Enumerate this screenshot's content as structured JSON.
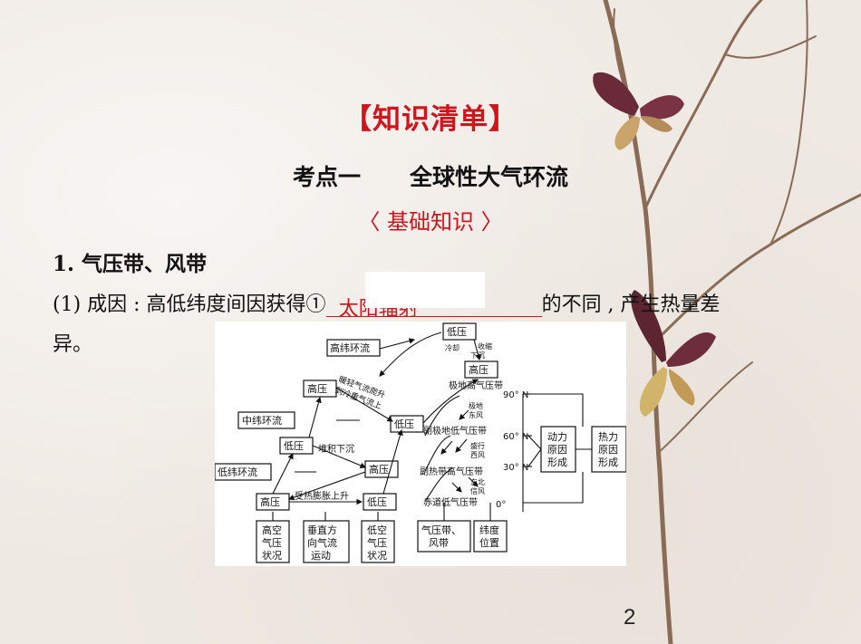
{
  "page": {
    "title": "【知识清单】",
    "heading": {
      "part1": "考点一",
      "part2": "全球性大气环流"
    },
    "subheading": "〈  基础知识  〉",
    "section": "1. 气压带、风带",
    "line1_prefix": "(1) 成因 : 高低纬度间因获得①",
    "line1_answer": "太阳辐射",
    "line1_suffix": "的不同 , 产生热量差",
    "line2": "异。",
    "page_number": "2"
  },
  "diagram": {
    "top_low": "低压",
    "cold_sink": "冷却",
    "contract": "收缩",
    "sink_down": "下沉",
    "top_high": "高压",
    "high_lat_circ": "高纬环流",
    "mid_lat_circ": "中纬环流",
    "low_lat_circ": "低纬环流",
    "high_left_top": "高压",
    "warm_rise_1": "暖轻气流爬升",
    "warm_rise_2": "到冷重气流上",
    "low_mid": "低压",
    "polar_high": "极地高气压带",
    "polar_east": "极地",
    "polar_east2": "东风",
    "subpolar_low": "副极地低气压带",
    "westerly": "盛行",
    "westerly2": "西风",
    "low_left": "低压",
    "pile_sink": "堆积下沉",
    "high_center": "高压",
    "subtropical_high": "副热带高气压带",
    "ne_trade": "东北",
    "ne_trade2": "信风",
    "high_bottom": "高压",
    "heat_rise": "受热膨胀上升",
    "low_bottom": "低压",
    "equator_low": "赤道低气压带",
    "lat90": "90° N",
    "lat60": "60° N",
    "lat30": "30° N",
    "lat0": "0°",
    "dyn": [
      "动力",
      "原因",
      "形成"
    ],
    "therm": [
      "热力",
      "原因",
      "形成"
    ],
    "box_high_air": [
      "高空",
      "气压",
      "状况"
    ],
    "box_vertical": [
      "垂直方",
      "向气流",
      "运动"
    ],
    "box_low_air": [
      "低空",
      "气压",
      "状况"
    ],
    "box_belts": [
      "气压带、",
      "风带"
    ],
    "box_lat": [
      "纬度",
      "位置"
    ]
  }
}
